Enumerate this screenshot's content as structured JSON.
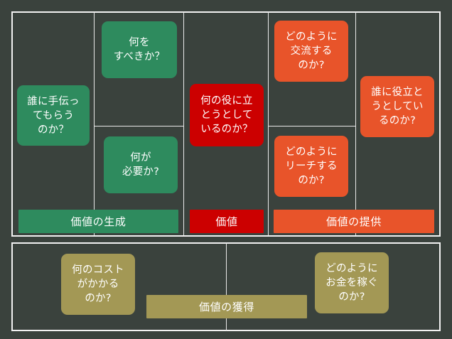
{
  "canvas": {
    "title": "Business Model Canvas",
    "background_color": "#3a423d",
    "line_color": "#f2f2f2"
  },
  "colors": {
    "green": "#2e8b5e",
    "red": "#cc0000",
    "orange": "#e8542a",
    "olive": "#a39855",
    "text": "#ffffff"
  },
  "notes": [
    {
      "id": "key-partners",
      "text": "誰に手伝っ\nてもらう\nのか？",
      "color": "green"
    },
    {
      "id": "key-activities",
      "text": "何を\nすべきか？",
      "color": "green"
    },
    {
      "id": "key-resources",
      "text": "何が\n必要か?",
      "color": "green"
    },
    {
      "id": "value-proposition",
      "text": "何の役に立\nとうとして\nいるのか？",
      "color": "red"
    },
    {
      "id": "customer-relations",
      "text": "どのように\n交流する\nのか?",
      "color": "orange"
    },
    {
      "id": "channels",
      "text": "どのように\nリーチする\nのか?",
      "color": "orange"
    },
    {
      "id": "customer-segments",
      "text": "誰に役立と\nうとしてい\nるのか?",
      "color": "orange"
    },
    {
      "id": "cost-structure",
      "text": "何のコスト\nがかかる\nのか?",
      "color": "olive"
    },
    {
      "id": "revenue-streams",
      "text": "どのように\nお金を稼ぐ\nのか?",
      "color": "olive"
    }
  ],
  "bars": [
    {
      "id": "value-creation",
      "label": "価値の生成",
      "color": "green"
    },
    {
      "id": "value",
      "label": "価値",
      "color": "red"
    },
    {
      "id": "value-delivery",
      "label": "価値の提供",
      "color": "orange"
    },
    {
      "id": "value-capture",
      "label": "価値の獲得",
      "color": "olive"
    }
  ]
}
